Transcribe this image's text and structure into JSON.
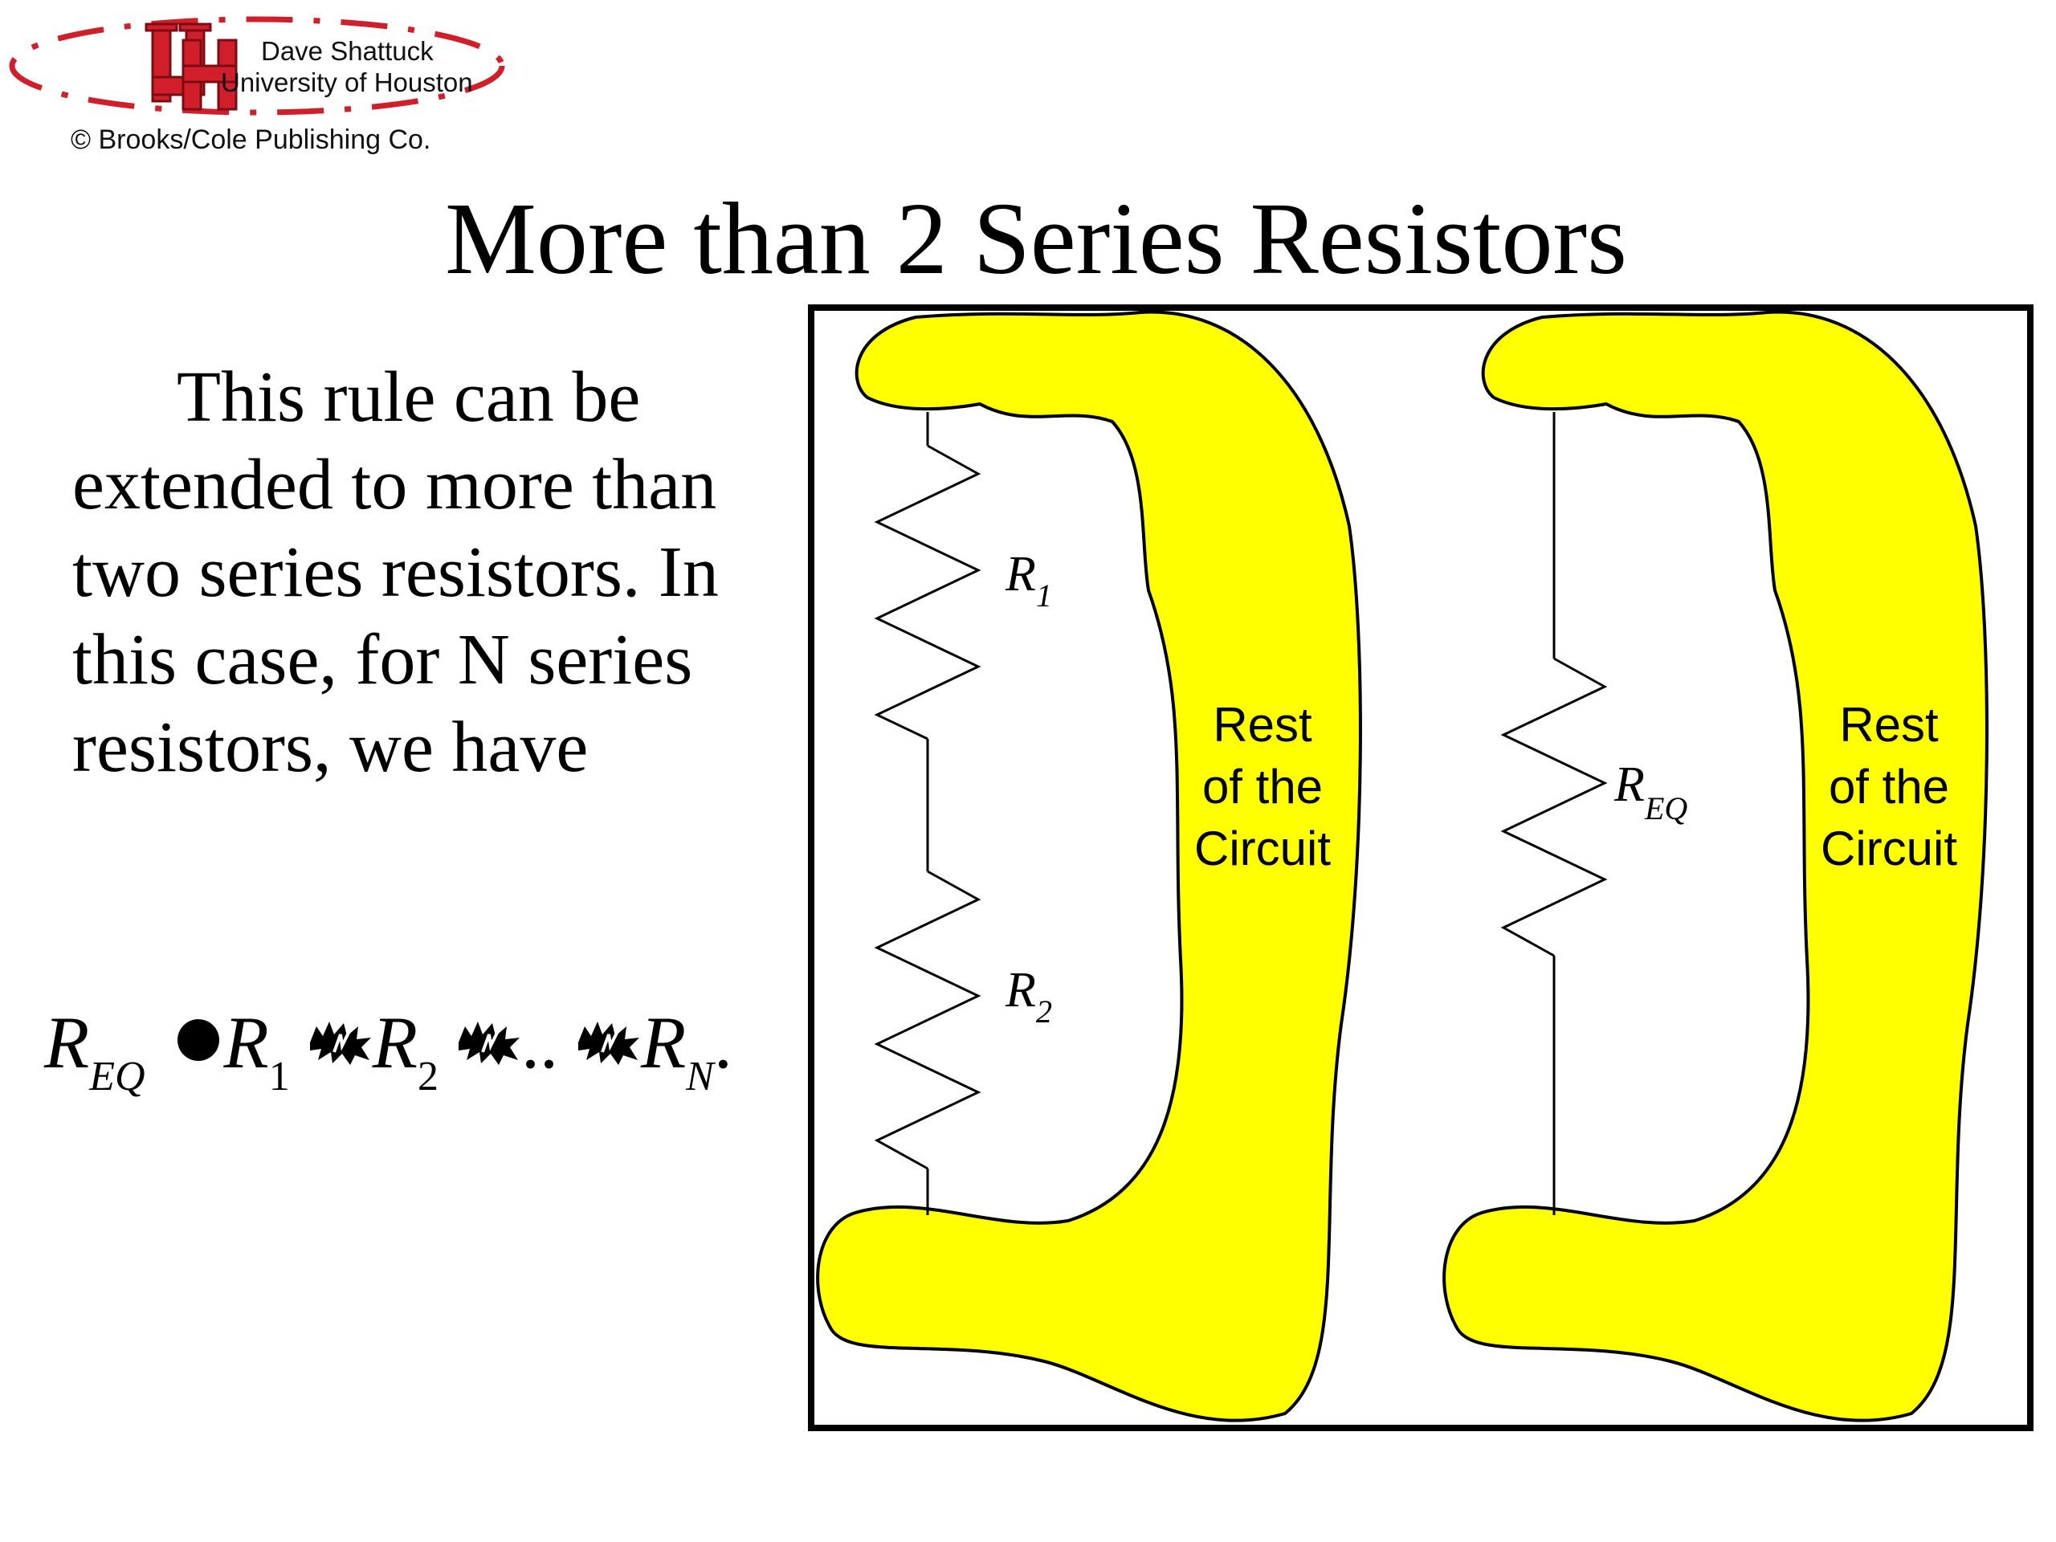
{
  "header": {
    "logo_name": "Dave Shattuck",
    "logo_univ": "University of Houston",
    "copyright": "© Brooks/Cole Publishing Co.",
    "logo_color": "#d01f2a"
  },
  "title": "More than 2 Series Resistors",
  "body_text": "This rule can be extended to more than two series resistors.  In this case, for N series resistors, we have",
  "equation": {
    "r": "R",
    "sub_eq": "EQ",
    "sub_1": "1",
    "sub_2": "2",
    "sub_n": "N",
    "dots": "..",
    "end": "."
  },
  "diagram": {
    "left_circuit": {
      "resistor_1": {
        "symbol": "R",
        "sub": "1"
      },
      "resistor_2": {
        "symbol": "R",
        "sub": "2"
      },
      "blob_line1": "Rest",
      "blob_line2": "of the",
      "blob_line3": "Circuit"
    },
    "right_circuit": {
      "resistor_eq": {
        "symbol": "R",
        "sub": "EQ"
      },
      "blob_line1": "Rest",
      "blob_line2": "of the",
      "blob_line3": "Circuit"
    },
    "blob_color": "#ffff00"
  }
}
